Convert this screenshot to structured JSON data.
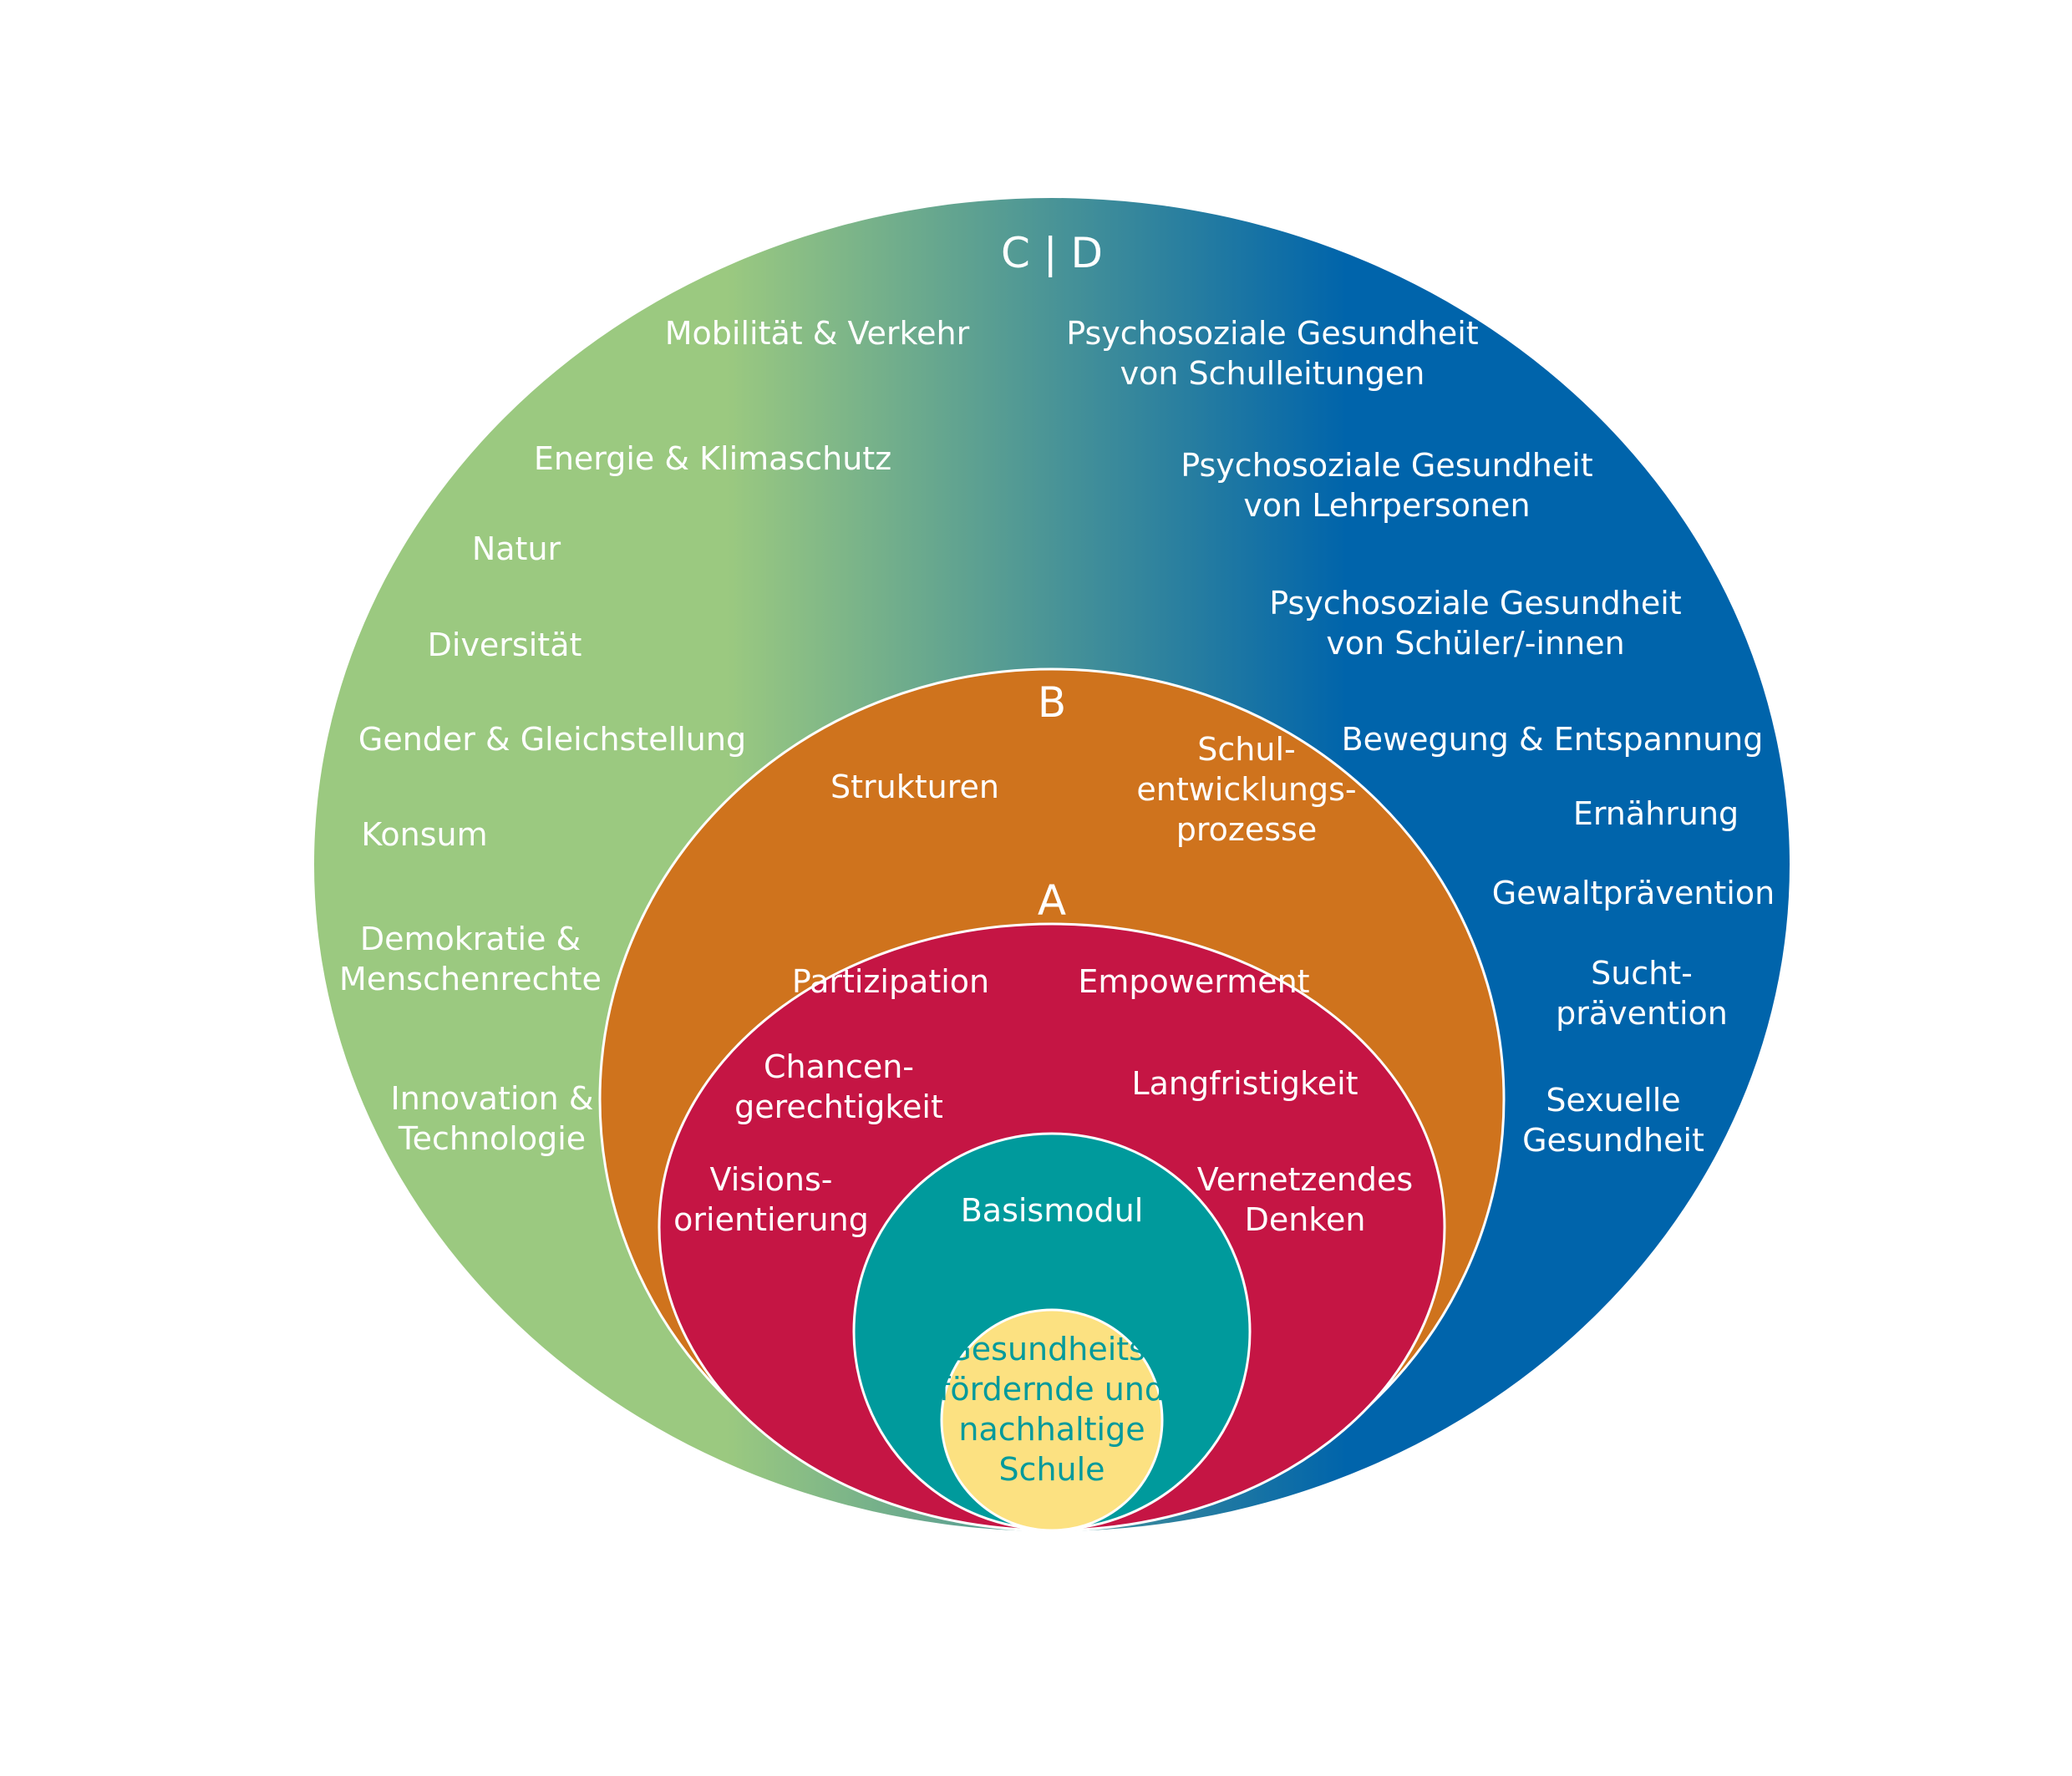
{
  "colors": {
    "green": "#9bc980",
    "blue": "#0064ab",
    "orange": "#cf731d",
    "red": "#c51544",
    "teal": "#009a9c",
    "yellow": "#fce181"
  },
  "layer_cd": {
    "heading": "C | D",
    "left_topics": [
      [
        "Mobilität & Verkehr"
      ],
      [
        "Energie & Klimaschutz"
      ],
      [
        "Natur"
      ],
      [
        "Diversität"
      ],
      [
        "Gender & Gleichstellung"
      ],
      [
        "Konsum"
      ],
      [
        "Demokratie &",
        "Menschenrechte"
      ],
      [
        "Innovation &",
        "Technologie"
      ]
    ],
    "right_topics": [
      [
        "Psychosoziale Gesundheit",
        "von Schulleitungen"
      ],
      [
        "Psychosoziale Gesundheit",
        "von Lehrpersonen"
      ],
      [
        "Psychosoziale Gesundheit",
        "von Schüler/-innen"
      ],
      [
        "Bewegung & Entspannung"
      ],
      [
        "Ernährung"
      ],
      [
        "Gewaltprävention"
      ],
      [
        "Sucht-",
        "prävention"
      ],
      [
        "Sexuelle",
        "Gesundheit"
      ]
    ]
  },
  "layer_b": {
    "heading": "B",
    "topics": [
      [
        "Strukturen"
      ],
      [
        "Schul-",
        "entwicklungs-",
        "prozesse"
      ]
    ]
  },
  "layer_a": {
    "heading": "A",
    "topics": [
      [
        "Partizipation"
      ],
      [
        "Empowerment"
      ],
      [
        "Chancen-",
        "gerechtigkeit"
      ],
      [
        "Langfristigkeit"
      ],
      [
        "Visions-",
        "orientierung"
      ],
      [
        "Vernetzendes",
        "Denken"
      ]
    ]
  },
  "basis": {
    "label": "Basismodul"
  },
  "core": {
    "lines": [
      "Gesundheits-",
      "fördernde und",
      "nachhaltige",
      "Schule"
    ]
  }
}
